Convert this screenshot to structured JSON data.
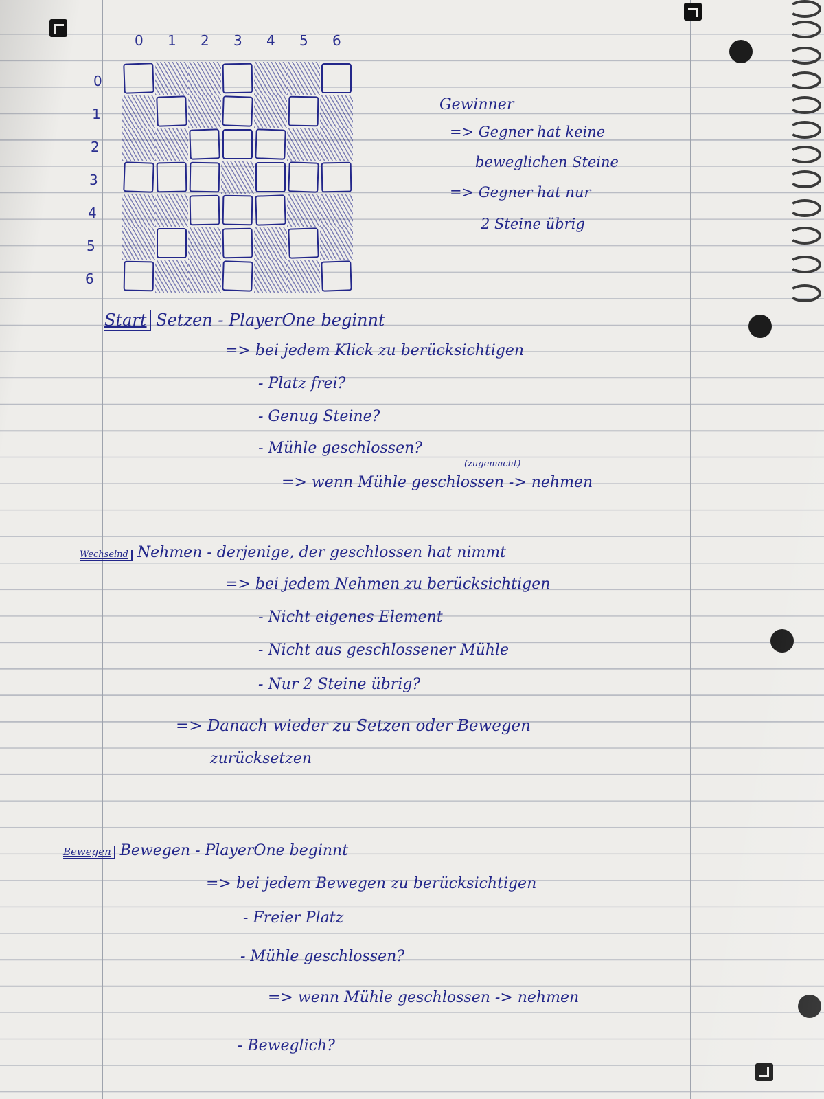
{
  "board": {
    "col_labels": [
      "0",
      "1",
      "2",
      "3",
      "4",
      "5",
      "6"
    ],
    "row_labels": [
      "0",
      "1",
      "2",
      "3",
      "4",
      "5",
      "6"
    ],
    "squares": [
      [
        0,
        0
      ],
      [
        3,
        0
      ],
      [
        6,
        0
      ],
      [
        1,
        1
      ],
      [
        3,
        1
      ],
      [
        5,
        1
      ],
      [
        2,
        2
      ],
      [
        3,
        2
      ],
      [
        4,
        2
      ],
      [
        0,
        3
      ],
      [
        1,
        3
      ],
      [
        2,
        3
      ],
      [
        4,
        3
      ],
      [
        5,
        3
      ],
      [
        6,
        3
      ],
      [
        2,
        4
      ],
      [
        3,
        4
      ],
      [
        4,
        4
      ],
      [
        1,
        5
      ],
      [
        3,
        5
      ],
      [
        5,
        5
      ],
      [
        0,
        6
      ],
      [
        3,
        6
      ],
      [
        6,
        6
      ]
    ]
  },
  "winner": {
    "title": "Gewinner",
    "lines": [
      "=> Gegner hat keine",
      "beweglichen Steine",
      "=> Gegner hat nur",
      "2 Steine übrig"
    ]
  },
  "section_start": {
    "label": "Start",
    "heading": "Setzen - PlayerOne beginnt",
    "intro": "=> bei jedem Klick zu berücksichtigen",
    "bullets": [
      "- Platz frei?",
      "- Genug Steine?",
      "- Mühle geschlossen?"
    ],
    "annotation": "(zugemacht)",
    "consequence": "=> wenn Mühle geschlossen -> nehmen"
  },
  "section_take": {
    "label": "Wechselnd",
    "heading": "Nehmen - derjenige, der geschlossen hat nimmt",
    "intro": "=> bei jedem Nehmen zu berücksichtigen",
    "bullets": [
      "- Nicht eigenes Element",
      "- Nicht aus geschlossener Mühle",
      "- Nur 2 Steine übrig?"
    ],
    "after_line1": "=> Danach wieder zu   Setzen oder Bewegen",
    "after_line2": "zurücksetzen"
  },
  "section_move": {
    "label": "Bewegen",
    "heading": "Bewegen - PlayerOne beginnt",
    "intro": "=> bei jedem Bewegen zu berücksichtigen",
    "bullets": [
      "- Freier Platz",
      "- Mühle geschlossen?",
      "=> wenn Mühle   geschlossen -> nehmen",
      "- Beweglich?"
    ]
  }
}
